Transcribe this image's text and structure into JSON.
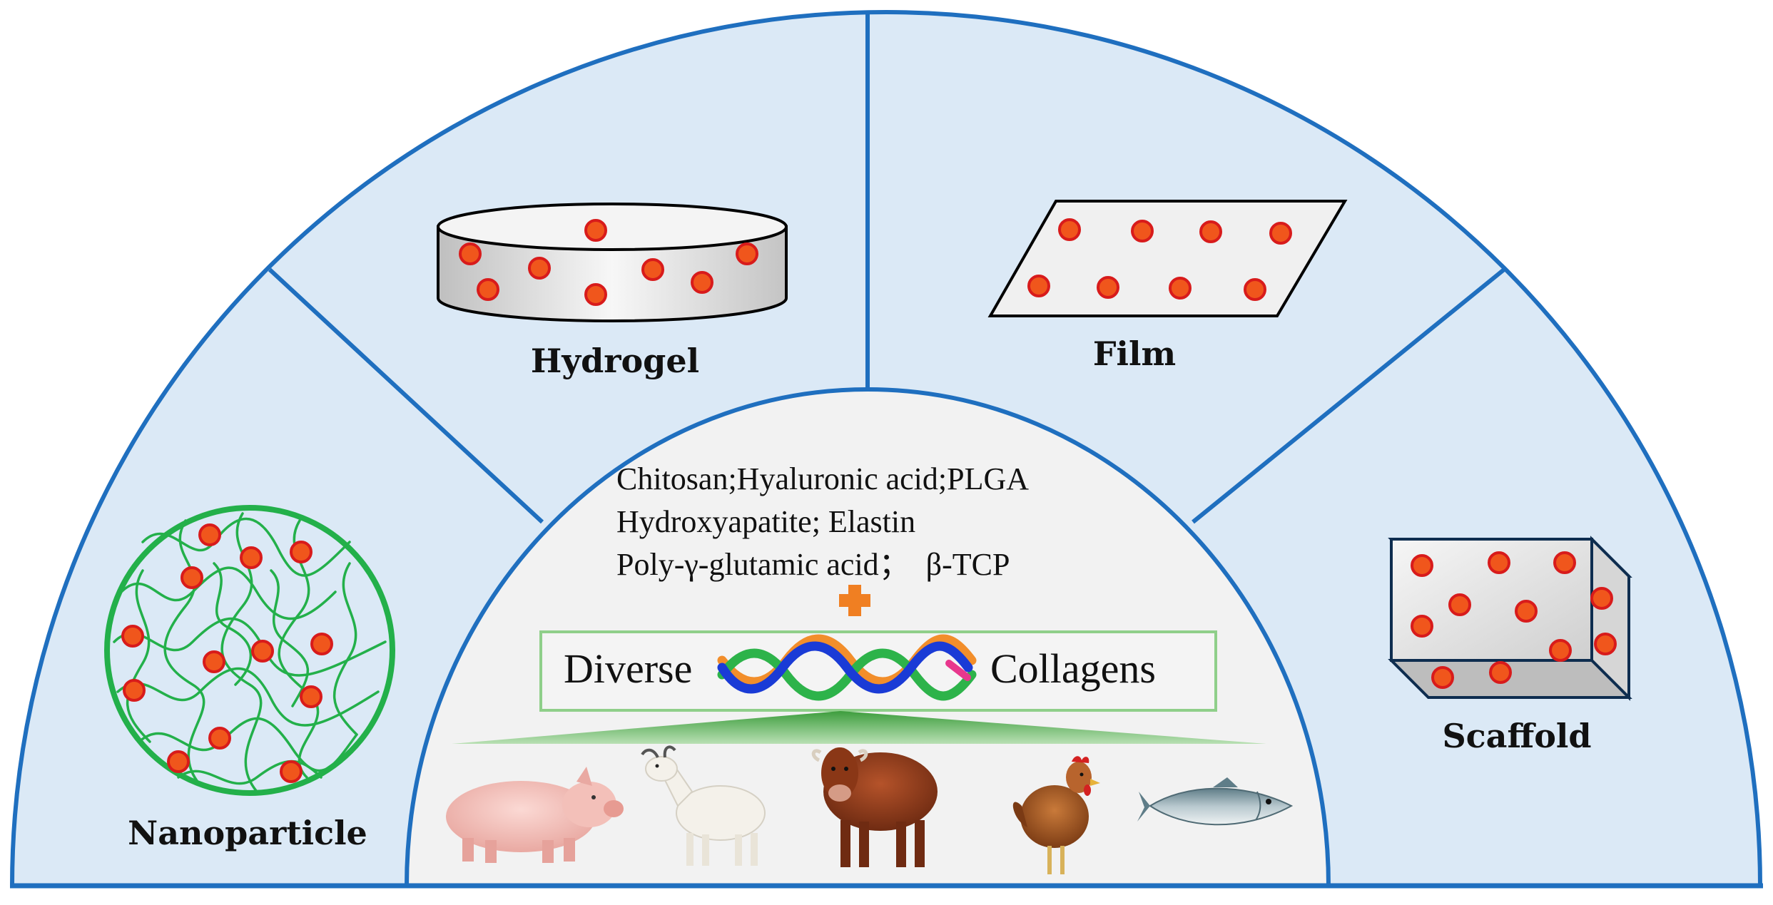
{
  "sectors": {
    "nanoparticle": "Nanoparticle",
    "hydrogel": "Hydrogel",
    "film": "Film",
    "scaffold": "Scaffold"
  },
  "materials": [
    "Chitosan;Hyaluronic acid;PLGA",
    "Hydroxyapatite; Elastin",
    "Poly-γ-glutamic acid；  β-TCP"
  ],
  "collagen_box": {
    "left_word": "Diverse",
    "right_word": "Collagens"
  },
  "animals": [
    "pig",
    "goat",
    "cow",
    "chicken",
    "fish"
  ],
  "colors": {
    "outer_fill": "#dbe9f6",
    "inner_fill": "#f2f2f2",
    "border": "#1f6fbf",
    "dot_fill": "#f0561c",
    "dot_ring": "#d81b1b",
    "nanoparticle_green": "#23b04a",
    "plus_orange": "#f07f22"
  }
}
